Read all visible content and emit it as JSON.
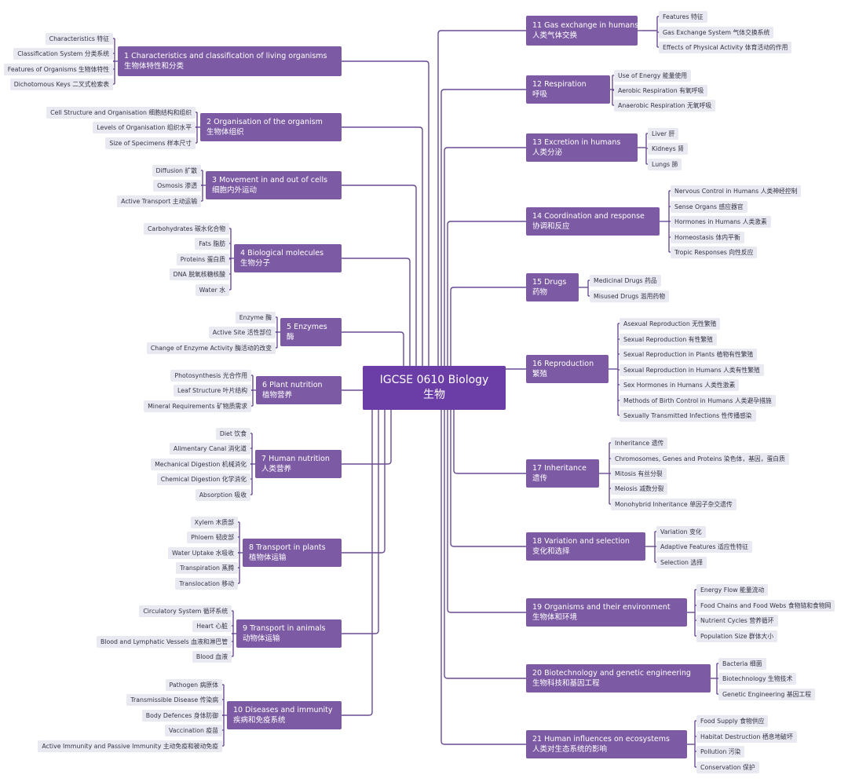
{
  "central": {
    "title_en": "IGCSE 0610 Biology",
    "title_zh": "生物"
  },
  "colors": {
    "branch": "#7c5aa4",
    "root": "#6b3da6",
    "leaf": "#e9e9f2",
    "line": "#6a4c93"
  },
  "branches": [
    {
      "en": "1 Characteristics and classification of living organisms",
      "zh": "生物体特性和分类",
      "leaves": [
        "Characteristics 特征",
        "Classification System 分类系统",
        "Features of Organisms 生物体特性",
        "Dichotomous Keys 二叉式检索表"
      ]
    },
    {
      "en": "2 Organisation of the organism",
      "zh": "生物体组织",
      "leaves": [
        "Cell Structure and Organisation 细胞结构和组织",
        "Levels of Organisation 组织水平",
        "Size of Specimens 样本尺寸"
      ]
    },
    {
      "en": "3 Movement in and out of cells",
      "zh": "细胞内外运动",
      "leaves": [
        "Diffusion 扩散",
        "Osmosis 渗透",
        "Active Transport 主动运输"
      ]
    },
    {
      "en": "4 Biological molecules",
      "zh": "生物分子",
      "leaves": [
        "Carbohydrates 碳水化合物",
        "Fats 脂肪",
        "Proteins 蛋白质",
        "DNA 脱氧核糖核酸",
        "Water 水"
      ]
    },
    {
      "en": "5 Enzymes",
      "zh": "酶",
      "leaves": [
        "Enzyme 酶",
        "Active Site 活性部位",
        "Change of Enzyme Activity 酶活动的改变"
      ]
    },
    {
      "en": "6 Plant nutrition",
      "zh": "植物营养",
      "leaves": [
        "Photosynthesis 光合作用",
        "Leaf Structure 叶片结构",
        "Mineral Requirements 矿物质需求"
      ]
    },
    {
      "en": "7 Human nutrition",
      "zh": "人类营养",
      "leaves": [
        "Diet 饮食",
        "Alimentary Canal 消化道",
        "Mechanical Digestion 机械消化",
        "Chemical Digestion 化学消化",
        "Absorption 吸收"
      ]
    },
    {
      "en": "8 Transport in plants",
      "zh": "植物体运输",
      "leaves": [
        "Xylem 木质部",
        "Phloem 韧皮部",
        "Water Uptake 水吸收",
        "Transpiration 蒸腾",
        "Translocation 移动"
      ]
    },
    {
      "en": "9 Transport in animals",
      "zh": "动物体运输",
      "leaves": [
        "Circulatory System 循环系统",
        "Heart 心脏",
        "Blood and Lymphatic Vessels 血液和淋巴管",
        "Blood 血液"
      ]
    },
    {
      "en": "10 Diseases and immunity",
      "zh": "疾病和免疫系统",
      "leaves": [
        "Pathogen 病原体",
        "Transmissible Disease 传染病",
        "Body Defences 身体防御",
        "Vaccination 疫苗",
        "Active Immunity and Passive Immunity 主动免疫和被动免疫"
      ]
    },
    {
      "en": "11 Gas exchange in humans",
      "zh": "人类气体交换",
      "leaves": [
        "Features 特征",
        "Gas Exchange System 气体交换系统",
        "Effects of Physical Activity 体育活动的作用"
      ]
    },
    {
      "en": "12 Respiration",
      "zh": "呼吸",
      "leaves": [
        "Use of Energy 能量使用",
        "Aerobic Respiration 有氧呼吸",
        "Anaerobic Respiration 无氧呼吸"
      ]
    },
    {
      "en": "13 Excretion in humans",
      "zh": "人类分泌",
      "leaves": [
        "Liver 肝",
        "Kidneys 肾",
        "Lungs 肺"
      ]
    },
    {
      "en": "14 Coordination and response",
      "zh": "协调和反应",
      "leaves": [
        "Nervous Control in Humans 人类神经控制",
        "Sense Organs 感应器官",
        "Hormones in Humans 人类激素",
        "Homeostasis 体内平衡",
        "Tropic Responses 向性反应"
      ]
    },
    {
      "en": "15 Drugs",
      "zh": "药物",
      "leaves": [
        "Medicinal Drugs 药品",
        "Misused Drugs 滥用药物"
      ]
    },
    {
      "en": "16 Reproduction",
      "zh": "繁殖",
      "leaves": [
        "Asexual Reproduction 无性繁殖",
        "Sexual Reproduction 有性繁殖",
        "Sexual Reproduction in Plants 植物有性繁殖",
        "Sexual Reproduction in Humans 人类有性繁殖",
        "Sex Hormones in Humans 人类性激素",
        "Methods of Birth Control in Humans 人类避孕措施",
        "Sexually Transmitted Infections 性传播感染"
      ]
    },
    {
      "en": "17 Inheritance",
      "zh": "遗传",
      "leaves": [
        "Inheritance 遗传",
        "Chromosomes, Genes and Proteins 染色体，基因，蛋白质",
        "Mitosis 有丝分裂",
        "Meiosis 减数分裂",
        "Monohybrid Inheritance 单因子杂交遗传"
      ]
    },
    {
      "en": "18 Variation and selection",
      "zh": "变化和选择",
      "leaves": [
        "Variation 变化",
        "Adaptive Features 适应性特征",
        "Selection 选择"
      ]
    },
    {
      "en": "19 Organisms and their environment",
      "zh": "生物体和环境",
      "leaves": [
        "Energy Flow 能量流动",
        "Food Chains and Food Webs 食物链和食物网",
        "Nutrient Cycles 营养循环",
        "Population Size 群体大小"
      ]
    },
    {
      "en": "20 Biotechnology and genetic engineering",
      "zh": "生物科技和基因工程",
      "leaves": [
        "Bacteria 细菌",
        "Biotechnology 生物技术",
        "Genetic Engineering 基因工程"
      ]
    },
    {
      "en": "21 Human influences on ecosystems",
      "zh": "人类对生态系统的影响",
      "leaves": [
        "Food Supply 食物供应",
        "Habitat Destruction 栖息地破坏",
        "Pollution 污染",
        "Conservation 保护"
      ]
    }
  ]
}
